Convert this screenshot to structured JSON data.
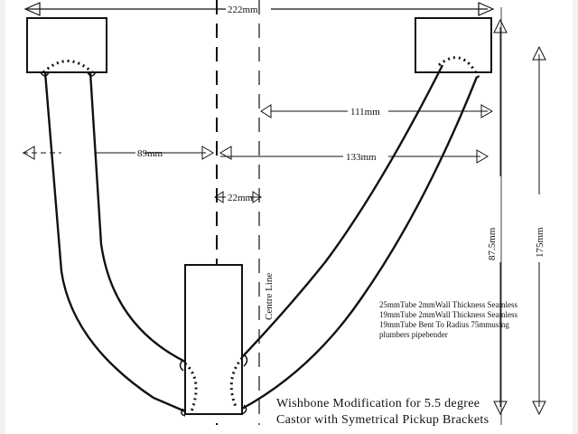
{
  "dimensions": {
    "overall_width": "222mm",
    "half_width": "111mm",
    "left_offset": "89mm",
    "right_offset": "133mm",
    "centre_offset": "22mm",
    "half_height": "87.5mm",
    "overall_height": "175mm"
  },
  "labels": {
    "centre_line": "Centre Line"
  },
  "notes": [
    "25mmTube 2mmWall Thickness Seamless",
    "19mmTube 2mmWall Thickness Seamless",
    "19mmTube Bent To Radius 75mmusing",
    "plumbers pipebender"
  ],
  "title": {
    "line1": "Wishbone Modification for 5.5 degree",
    "line2": "Castor with Symetrical Pickup Brackets"
  },
  "colors": {
    "ink": "#111111",
    "paper": "#ffffff"
  }
}
